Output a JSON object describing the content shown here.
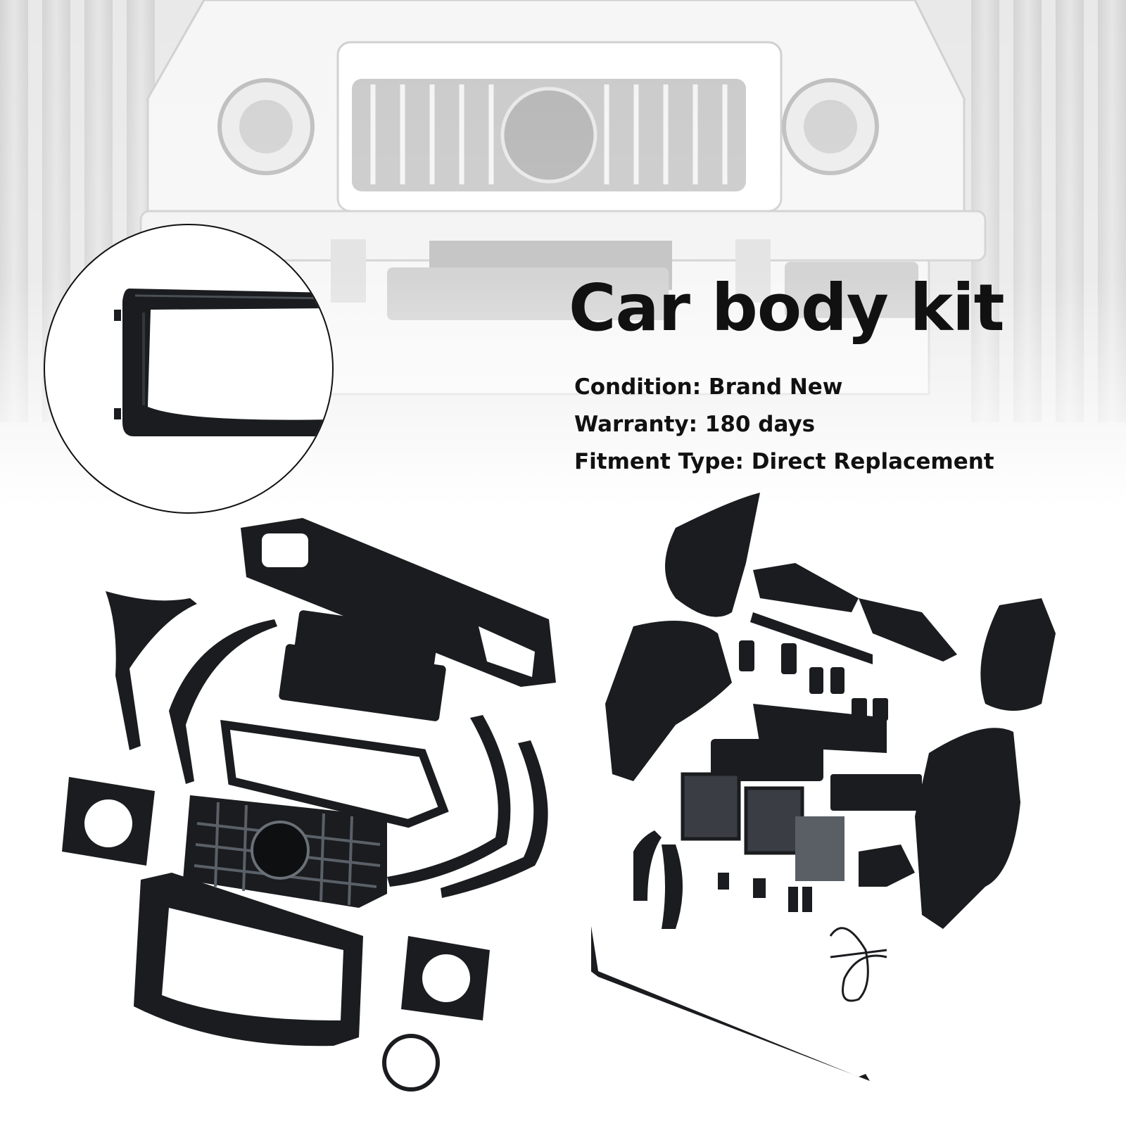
{
  "product": {
    "title": "Car body kit",
    "specs": [
      {
        "label": "Condition",
        "value": "Brand New",
        "text": "Condition: Brand New"
      },
      {
        "label": "Warranty",
        "value": "180 days",
        "text": "Warranty: 180 days"
      },
      {
        "label": "Fitment Type",
        "value": "Direct Replacement",
        "text": "Fitment Type: Direct Replacement"
      }
    ]
  },
  "colors": {
    "background": "#ffffff",
    "text": "#111111",
    "part_black": "#1a1c1f",
    "part_highlight": "#4a4f56",
    "vehicle_white": "#f2f2f2",
    "curtain_grey": "#d9d9d9"
  },
  "images": {
    "hero": "white-suv-front-view",
    "inset": "front-grille-frame-closeup",
    "left_group": "bumper-grille-flares-frames",
    "right_group": "liners-vents-mesh-brackets"
  }
}
